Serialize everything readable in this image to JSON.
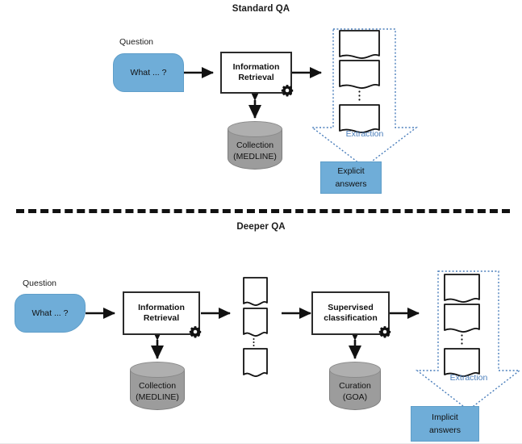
{
  "figure": {
    "background_color": "#ffffff",
    "accent_blue": "#6FADD8",
    "extraction_blue": "#4A7EBB",
    "cylinder_gray": "#9C9C9C",
    "line_black": "#2b2b2b"
  },
  "sections": [
    {
      "id": "standard-qa",
      "title": "Standard QA",
      "question_label": "Question",
      "question_text": "What ... ?",
      "process_boxes": [
        {
          "line1": "Information",
          "line2": "Retrieval"
        }
      ],
      "datastores": [
        {
          "line1": "Collection",
          "line2": "(MEDLINE)"
        }
      ],
      "extraction_label": "Extraction",
      "answer": {
        "line1": "Explicit",
        "line2": "answers"
      },
      "doc_stack_count": 3
    },
    {
      "id": "deeper-qa",
      "title": "Deeper QA",
      "question_label": "Question",
      "question_text": "What ... ?",
      "process_boxes": [
        {
          "line1": "Information",
          "line2": "Retrieval"
        },
        {
          "line1": "Supervised",
          "line2": "classification"
        }
      ],
      "datastores": [
        {
          "line1": "Collection",
          "line2": "(MEDLINE)"
        },
        {
          "line1": "Curation",
          "line2": "(GOA)"
        }
      ],
      "extraction_label": "Extraction",
      "answer": {
        "line1": "Implicit",
        "line2": "answers"
      },
      "doc_stack_count": 3
    }
  ],
  "icons": {
    "gear": "gear-icon",
    "document": "document-icon",
    "cylinder": "database-cylinder-icon",
    "arrow_right": "arrow-right-icon",
    "arrow_updown": "arrow-up-down-icon",
    "arrow_down_big": "extraction-down-arrow-icon",
    "ellipsis_vertical": "vertical-ellipsis-icon"
  }
}
